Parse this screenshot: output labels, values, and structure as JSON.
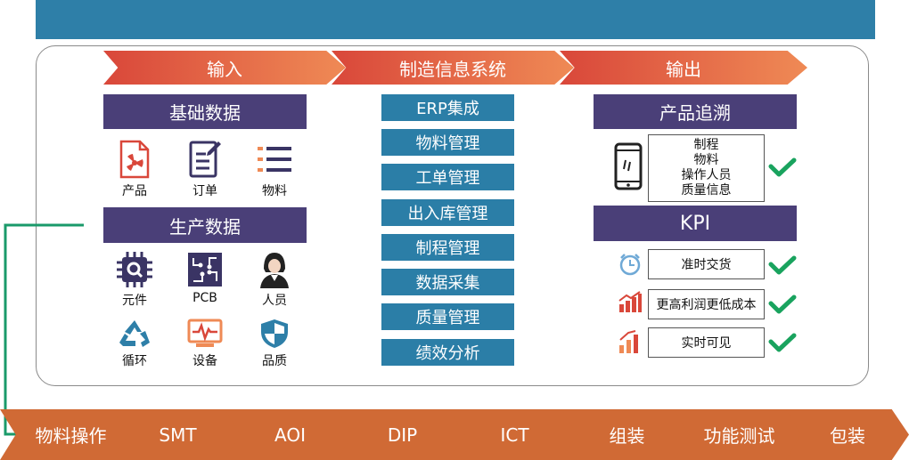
{
  "header_stages": [
    "输入",
    "制造信息系统",
    "输出"
  ],
  "input": {
    "basic_title": "基础数据",
    "basic_items": [
      "产品",
      "订单",
      "物料"
    ],
    "production_title": "生产数据",
    "production_items": [
      "元件",
      "PCB",
      "人员",
      "循环",
      "设备",
      "品质"
    ]
  },
  "system_modules": [
    "ERP集成",
    "物料管理",
    "工单管理",
    "出入库管理",
    "制程管理",
    "数据采集",
    "质量管理",
    "绩效分析"
  ],
  "output": {
    "trace_title": "产品追溯",
    "trace_lines": [
      "制程",
      "物料",
      "操作人员",
      "质量信息"
    ],
    "kpi_title": "KPI",
    "kpi_items": [
      "准时交货",
      "更高利润更低成本",
      "实时可见"
    ]
  },
  "process_flow": [
    "物料操作",
    "SMT",
    "AOI",
    "DIP",
    "ICT",
    "组装",
    "功能测试",
    "包装"
  ],
  "colors": {
    "top_bar": "#2e7fa8",
    "purple": "#4a3f78",
    "blue": "#2b7ea7",
    "orange": "#d06a35",
    "check": "#19a35e",
    "red_icon": "#d9473a",
    "line_green": "#1a9a6a"
  }
}
